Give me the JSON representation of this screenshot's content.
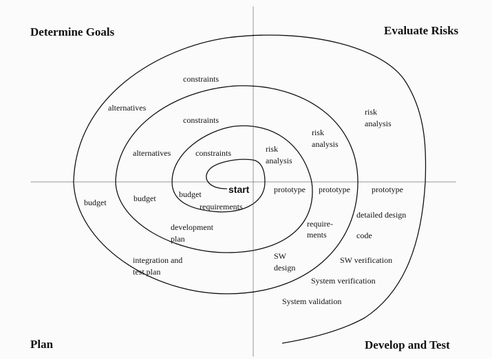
{
  "quadrants": {
    "top_left": "Determine Goals",
    "top_right": "Evaluate Risks",
    "bottom_left": "Plan",
    "bottom_right": "Develop and Test"
  },
  "labels": {
    "start": "start",
    "constraints_outer": "constraints",
    "alternatives_outer": "alternatives",
    "constraints_middle": "constraints",
    "alternatives_middle": "alternatives",
    "constraints_inner": "constraints",
    "risk_inner_1": "risk",
    "risk_inner_2": "analysis",
    "risk_middle_1": "risk",
    "risk_middle_2": "analysis",
    "risk_outer_1": "risk",
    "risk_outer_2": "analysis",
    "prototype_1": "prototype",
    "prototype_2": "prototype",
    "prototype_3": "prototype",
    "budget_outer": "budget",
    "budget_middle": "budget",
    "budget_inner": "budget",
    "requirements": "requirements",
    "dev_plan_1": "development",
    "dev_plan_2": "plan",
    "req_split_1": "require-",
    "req_split_2": "ments",
    "detailed_design": "detailed design",
    "code": "code",
    "integration_1": "integration and",
    "integration_2": "test plan",
    "sw_design_1": "SW",
    "sw_design_2": "design",
    "sw_verification": "SW verification",
    "system_verification": "System verification",
    "system_validation": "System validation"
  },
  "colors": {
    "line": "#111111",
    "axis": "#333333",
    "background": "#fbfbfb"
  }
}
